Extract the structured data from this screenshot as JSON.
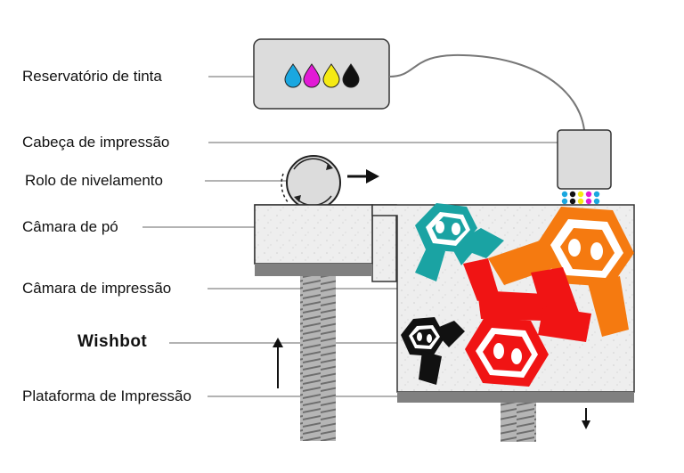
{
  "labels": {
    "ink_reservoir": "Reservatório de tinta",
    "print_head": "Cabeça de impressão",
    "leveling_roller": "Rolo de nivelamento",
    "powder_chamber": "Câmara de pó",
    "print_chamber": "Câmara de impressão",
    "wishbot": "Wishbot",
    "print_platform": "Plataforma de Impressão"
  },
  "colors": {
    "cyan": "#1aa7e0",
    "magenta": "#e21ad6",
    "yellow": "#f5ea14",
    "black": "#111111",
    "teal_bot": "#1aa3a3",
    "orange_bot": "#f57a10",
    "red_bot": "#f01414",
    "black_bot": "#111111",
    "powder": "#eeeeee",
    "platform": "#808080",
    "housing": "#dcdcdc"
  },
  "icons": {
    "ink_drops": [
      "cyan",
      "magenta",
      "yellow",
      "black"
    ],
    "roller_motion": "arrow-right-icon",
    "piston_up": "arrow-up-icon",
    "piston_down": "arrow-down-icon"
  }
}
